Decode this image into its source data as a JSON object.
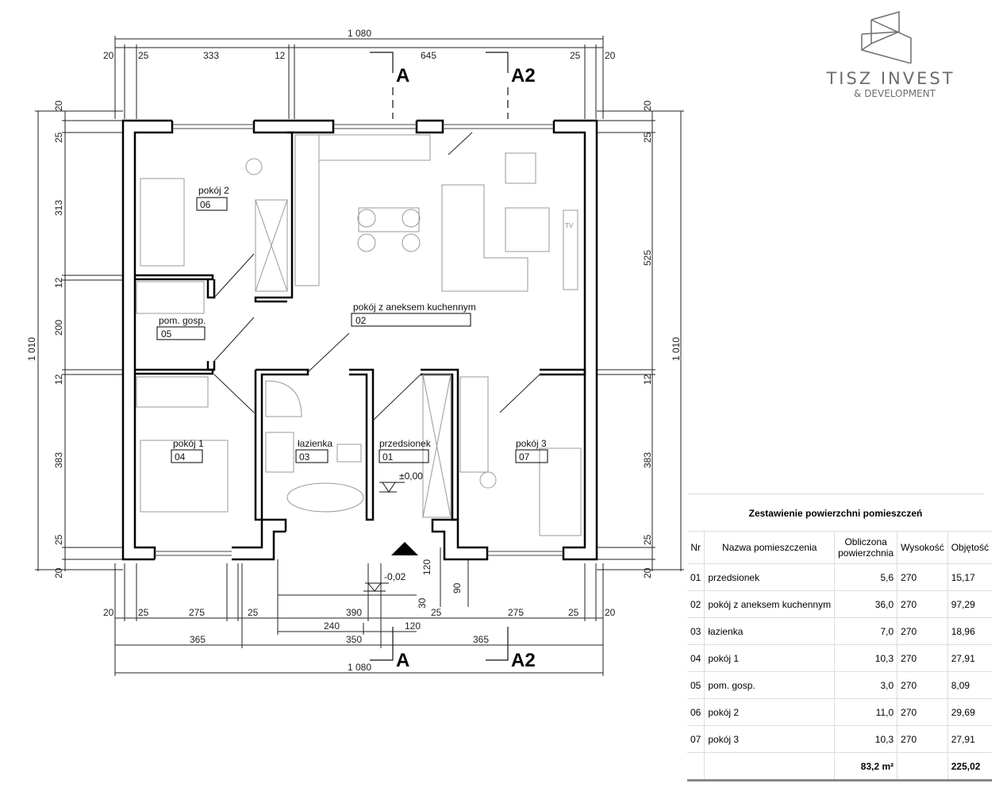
{
  "logo": {
    "name": "TISZ INVEST",
    "sub": "& DEVELOPMENT"
  },
  "dims": {
    "top_total": "1 080",
    "top": [
      "20",
      "25",
      "333",
      "12",
      "645",
      "25",
      "20"
    ],
    "left_total": "1 010",
    "left": [
      "20",
      "25",
      "313",
      "12",
      "200",
      "12",
      "383",
      "25",
      "20"
    ],
    "right_total": "1 010",
    "right": [
      "20",
      "25",
      "525",
      "12",
      "383",
      "25",
      "20"
    ],
    "bottom1": [
      "20",
      "25",
      "275",
      "25",
      "390",
      "25",
      "275",
      "25",
      "20"
    ],
    "bottom2": [
      "240",
      "120"
    ],
    "bottom3": [
      "365",
      "350",
      "365"
    ],
    "bottom_total": "1 080",
    "entry": [
      "120",
      "30",
      "90"
    ]
  },
  "sections": {
    "a": "A",
    "a2": "A2"
  },
  "levels": {
    "floor": "±0,00",
    "entry": "-0,02"
  },
  "rooms": [
    {
      "name": "przedsionek",
      "nr": "01"
    },
    {
      "name": "pokój z aneksem kuchennym",
      "nr": "02"
    },
    {
      "name": "łazienka",
      "nr": "03"
    },
    {
      "name": "pokój 1",
      "nr": "04"
    },
    {
      "name": "pom. gosp.",
      "nr": "05"
    },
    {
      "name": "pokój 2",
      "nr": "06"
    },
    {
      "name": "pokój 3",
      "nr": "07"
    }
  ],
  "tv_label": "TV",
  "table": {
    "title": "Zestawienie powierzchni pomieszczeń",
    "headers": [
      "Nr",
      "Nazwa pomieszczenia",
      "Obliczona powierzchnia",
      "Wysokość",
      "Objętość"
    ],
    "rows": [
      [
        "01",
        "przedsionek",
        "5,6",
        "270",
        "15,17"
      ],
      [
        "02",
        "pokój z aneksem kuchennym",
        "36,0",
        "270",
        "97,29"
      ],
      [
        "03",
        "łazienka",
        "7,0",
        "270",
        "18,96"
      ],
      [
        "04",
        "pokój 1",
        "10,3",
        "270",
        "27,91"
      ],
      [
        "05",
        "pom. gosp.",
        "3,0",
        "270",
        "8,09"
      ],
      [
        "06",
        "pokój 2",
        "11,0",
        "270",
        "29,69"
      ],
      [
        "07",
        "pokój 3",
        "10,3",
        "270",
        "27,91"
      ]
    ],
    "total_area": "83,2 m²",
    "total_volume": "225,02"
  }
}
